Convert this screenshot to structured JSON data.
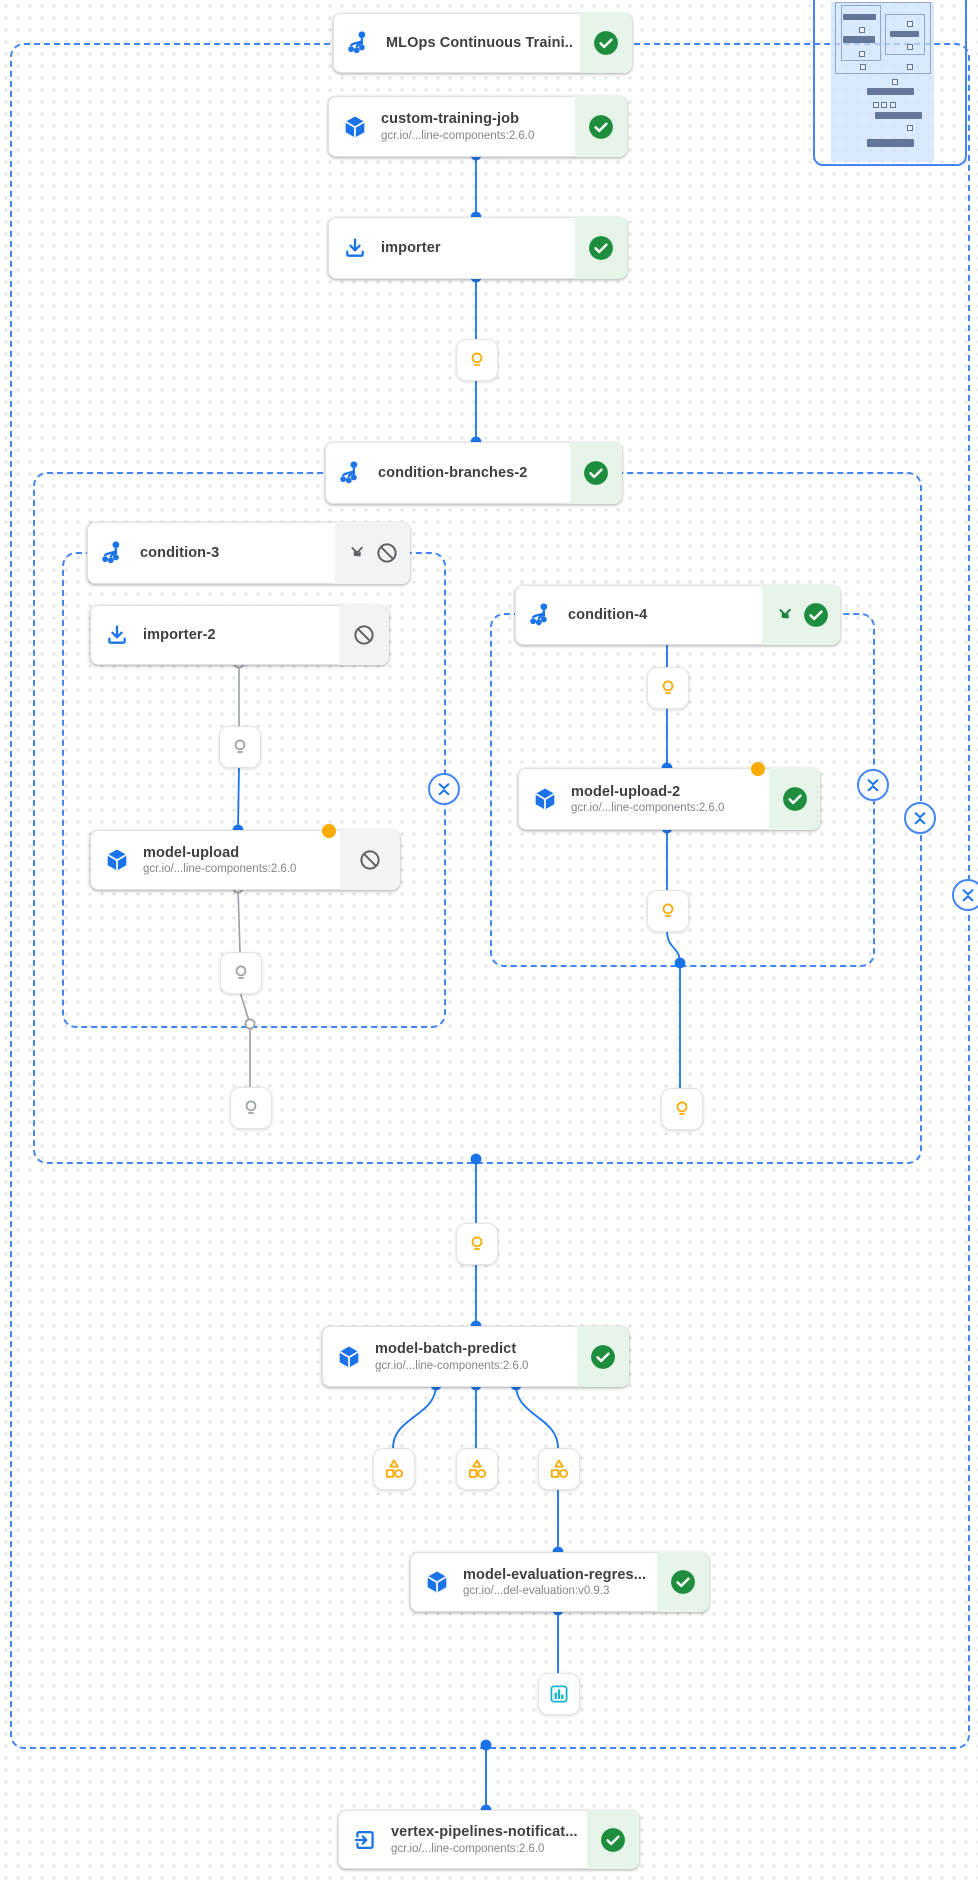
{
  "pipeline": {
    "name": "MLOps Continuous Traini...",
    "colors": {
      "accent_blue": "#1a73e8",
      "border_blue": "#4285f4",
      "success_green": "#1e8e3e",
      "branch_green": "#188038",
      "success_bg": "#e6f4ea",
      "skipped_bg": "#f1f3f4",
      "skipped_icon_gray": "#5f6368",
      "artifact_yellow": "#f9ab00",
      "artifact_gray": "#9aa0a6",
      "chart_teal": "#12b5cb"
    }
  },
  "nodes": [
    {
      "id": "mlops-root",
      "label": "MLOps Continuous Traini...",
      "sublabel": "",
      "icon": "pipeline",
      "state": "succeeded",
      "status_icons": [
        "check"
      ],
      "output_badge": false
    },
    {
      "id": "custom-training-job",
      "label": "custom-training-job",
      "sublabel": "gcr.io/...line-components:2.6.0",
      "icon": "cube",
      "state": "succeeded",
      "status_icons": [
        "check"
      ],
      "output_badge": false
    },
    {
      "id": "importer",
      "label": "importer",
      "sublabel": "",
      "icon": "download",
      "state": "succeeded",
      "status_icons": [
        "check"
      ],
      "output_badge": false
    },
    {
      "id": "condition-branches-2",
      "label": "condition-branches-2",
      "sublabel": "",
      "icon": "pipeline",
      "state": "succeeded",
      "status_icons": [
        "check"
      ],
      "output_badge": false
    },
    {
      "id": "condition-3",
      "label": "condition-3",
      "sublabel": "",
      "icon": "pipeline",
      "state": "skipped",
      "status_icons": [
        "branch-gray",
        "slash"
      ],
      "output_badge": false
    },
    {
      "id": "importer-2",
      "label": "importer-2",
      "sublabel": "",
      "icon": "download",
      "state": "skipped",
      "status_icons": [
        "slash"
      ],
      "output_badge": false
    },
    {
      "id": "model-upload",
      "label": "model-upload",
      "sublabel": "gcr.io/...line-components:2.6.0",
      "icon": "cube",
      "state": "skipped",
      "status_icons": [
        "slash"
      ],
      "output_badge": true
    },
    {
      "id": "condition-4",
      "label": "condition-4",
      "sublabel": "",
      "icon": "pipeline",
      "state": "succeeded",
      "status_icons": [
        "branch-green",
        "check"
      ],
      "output_badge": false
    },
    {
      "id": "model-upload-2",
      "label": "model-upload-2",
      "sublabel": "gcr.io/...line-components:2.6.0",
      "icon": "cube",
      "state": "succeeded",
      "status_icons": [
        "check"
      ],
      "output_badge": true
    },
    {
      "id": "model-batch-predict",
      "label": "model-batch-predict",
      "sublabel": "gcr.io/...line-components:2.6.0",
      "icon": "cube",
      "state": "succeeded",
      "status_icons": [
        "check"
      ],
      "output_badge": false
    },
    {
      "id": "model-evaluation-regression",
      "label": "model-evaluation-regres...",
      "sublabel": "gcr.io/...del-evaluation:v0.9.3",
      "icon": "cube",
      "state": "succeeded",
      "status_icons": [
        "check"
      ],
      "output_badge": false
    },
    {
      "id": "vertex-pipelines-notification",
      "label": "vertex-pipelines-notificat...",
      "sublabel": "gcr.io/...line-components:2.6.0",
      "icon": "exit",
      "state": "succeeded",
      "status_icons": [
        "check"
      ],
      "output_badge": false
    }
  ],
  "artifacts": [
    {
      "id": "art-importer-out",
      "icon": "lightbulb",
      "color": "yellow"
    },
    {
      "id": "art-importer2-out",
      "icon": "lightbulb",
      "color": "gray"
    },
    {
      "id": "art-model-upload-out",
      "icon": "lightbulb",
      "color": "gray"
    },
    {
      "id": "art-cond3-out",
      "icon": "lightbulb",
      "color": "gray"
    },
    {
      "id": "art-cond4-in",
      "icon": "lightbulb",
      "color": "yellow"
    },
    {
      "id": "art-model-upload-2-out",
      "icon": "lightbulb",
      "color": "yellow"
    },
    {
      "id": "art-cond4-out",
      "icon": "lightbulb",
      "color": "yellow"
    },
    {
      "id": "art-branches-out",
      "icon": "lightbulb",
      "color": "yellow"
    },
    {
      "id": "art-metrics-1",
      "icon": "metrics",
      "color": "yellow"
    },
    {
      "id": "art-metrics-2",
      "icon": "metrics",
      "color": "yellow"
    },
    {
      "id": "art-metrics-3",
      "icon": "metrics",
      "color": "yellow"
    },
    {
      "id": "art-eval-chart",
      "icon": "chart",
      "color": "teal"
    }
  ],
  "edges": [
    {
      "from": "custom-training-job",
      "to": "importer",
      "color": "blue"
    },
    {
      "from": "importer",
      "to": "art-importer-out",
      "color": "blue"
    },
    {
      "from": "art-importer-out",
      "to": "condition-branches-2",
      "color": "blue"
    },
    {
      "from": "importer-2",
      "to": "art-importer2-out",
      "color": "gray"
    },
    {
      "from": "art-importer2-out",
      "to": "model-upload",
      "color": "blue"
    },
    {
      "from": "model-upload",
      "to": "art-model-upload-out",
      "color": "gray"
    },
    {
      "from": "art-model-upload-out",
      "to": "art-cond3-out",
      "color": "gray"
    },
    {
      "from": "condition-4",
      "to": "art-cond4-in",
      "color": "blue"
    },
    {
      "from": "art-cond4-in",
      "to": "model-upload-2",
      "color": "blue"
    },
    {
      "from": "model-upload-2",
      "to": "art-model-upload-2-out",
      "color": "blue"
    },
    {
      "from": "art-model-upload-2-out",
      "to": "condition-4-border",
      "color": "blue"
    },
    {
      "from": "condition-4-border",
      "to": "art-cond4-out",
      "color": "blue"
    },
    {
      "from": "branches-border",
      "to": "art-branches-out",
      "color": "blue"
    },
    {
      "from": "art-branches-out",
      "to": "model-batch-predict",
      "color": "blue"
    },
    {
      "from": "model-batch-predict",
      "to": "art-metrics-1",
      "color": "blue"
    },
    {
      "from": "model-batch-predict",
      "to": "art-metrics-2",
      "color": "blue"
    },
    {
      "from": "model-batch-predict",
      "to": "art-metrics-3",
      "color": "blue"
    },
    {
      "from": "art-metrics-3",
      "to": "model-evaluation-regression",
      "color": "blue"
    },
    {
      "from": "model-evaluation-regression",
      "to": "art-eval-chart",
      "color": "blue"
    },
    {
      "from": "pipeline-border",
      "to": "vertex-pipelines-notification",
      "color": "blue"
    }
  ],
  "groups": [
    {
      "id": "pipeline-root-group"
    },
    {
      "id": "condition-branches-2-group"
    },
    {
      "id": "condition-3-group"
    },
    {
      "id": "condition-4-group"
    }
  ],
  "controls": {
    "collapse_buttons": 4,
    "minimap": true
  }
}
